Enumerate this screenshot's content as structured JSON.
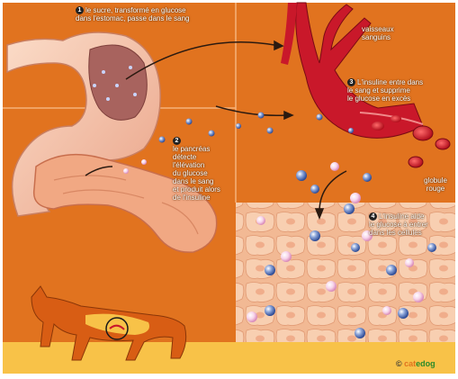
{
  "steps": [
    {
      "number": "1",
      "lines": [
        "le sucre, transformé en glucose",
        "dans l'estomac, passe dans le sang"
      ]
    },
    {
      "number": "2",
      "lines": [
        "le pancréas",
        "détecte",
        "l'élévation",
        "du glucose",
        "dans le sang",
        "et produit alors",
        "de l'insuline"
      ]
    },
    {
      "number": "3",
      "lines": [
        "L'insuline entre dans",
        "le sang et supprime",
        "le glucose en excès"
      ]
    },
    {
      "number": "4",
      "lines": [
        "L'insuline aide",
        "le glucose à entrer",
        "dans les cellules"
      ]
    }
  ],
  "labels": {
    "vessels": [
      "vaisseaux",
      "sanguins"
    ],
    "red_cell": [
      "globule",
      "rouge"
    ]
  },
  "logo": {
    "copyright": "©",
    "text_a": "cat",
    "text_b": "edog"
  },
  "colors": {
    "orange_bg": "#e1731f",
    "stomach": "#f6c7ad",
    "pancreas": "#f1a883",
    "vessel": "#c9182a",
    "cells": "#f6c4a0",
    "yellow_band": "#f8c248",
    "cat": "#d85d14"
  },
  "icons": [
    "glucose-molecule-icon",
    "insulin-molecule-icon",
    "arrow-icon",
    "cat-silhouette-icon"
  ]
}
